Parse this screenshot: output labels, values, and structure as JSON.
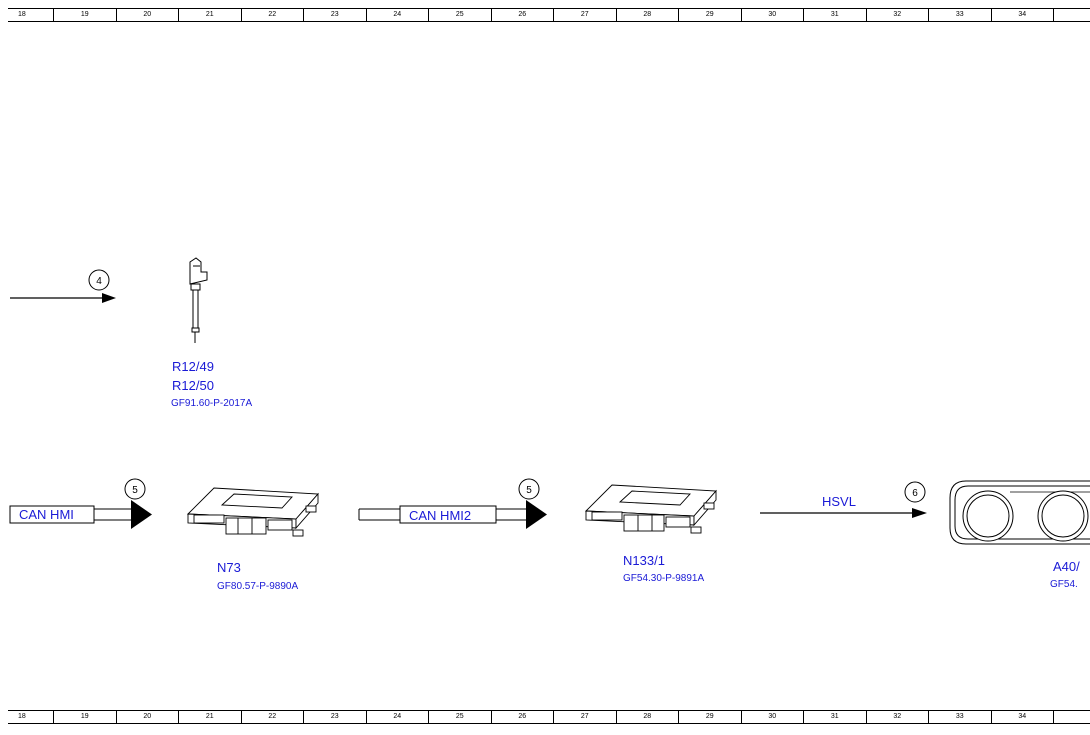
{
  "ruler": [
    "18",
    "19",
    "20",
    "21",
    "22",
    "23",
    "24",
    "25",
    "26",
    "27",
    "28",
    "29",
    "30",
    "31",
    "32",
    "33",
    "34"
  ],
  "refs": [
    "4",
    "5",
    "5",
    "6"
  ],
  "sensor": {
    "names": [
      "R12/49",
      "R12/50"
    ],
    "ref": "GF91.60-P-2017A"
  },
  "modules": [
    {
      "name": "N73",
      "ref": "GF80.57-P-9890A"
    },
    {
      "name": "N133/1",
      "ref": "GF54.30-P-9891A"
    },
    {
      "name": "A40/",
      "ref": "GF54."
    }
  ],
  "buses": [
    "CAN HMI",
    "CAN HMI2",
    "HSVL"
  ],
  "colors": {
    "label": "#1a1ad6",
    "line": "#000000"
  }
}
